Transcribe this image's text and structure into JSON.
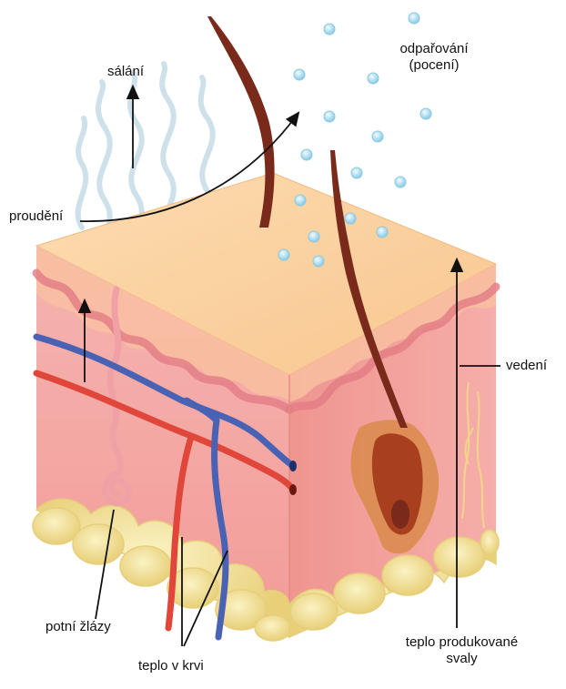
{
  "labels": {
    "radiation": "sálání",
    "evaporation_line1": "odpařování",
    "evaporation_line2": "(pocení)",
    "convection": "proudění",
    "conduction": "vedení",
    "sweat_glands": "potní žlázy",
    "blood_heat": "teplo v krvi",
    "muscle_heat_line1": "teplo produkované",
    "muscle_heat_line2": "svaly"
  },
  "colors": {
    "epidermis_top": "#fcd5a4",
    "epidermis_side": "#f7a8a5",
    "dermis": "#f5a09e",
    "fat": "#f1e29a",
    "artery": "#e0463a",
    "vein": "#4a62b3",
    "hair": "#7a2a1a",
    "droplet": "#a8dcef",
    "wave": "#c9dde8"
  }
}
